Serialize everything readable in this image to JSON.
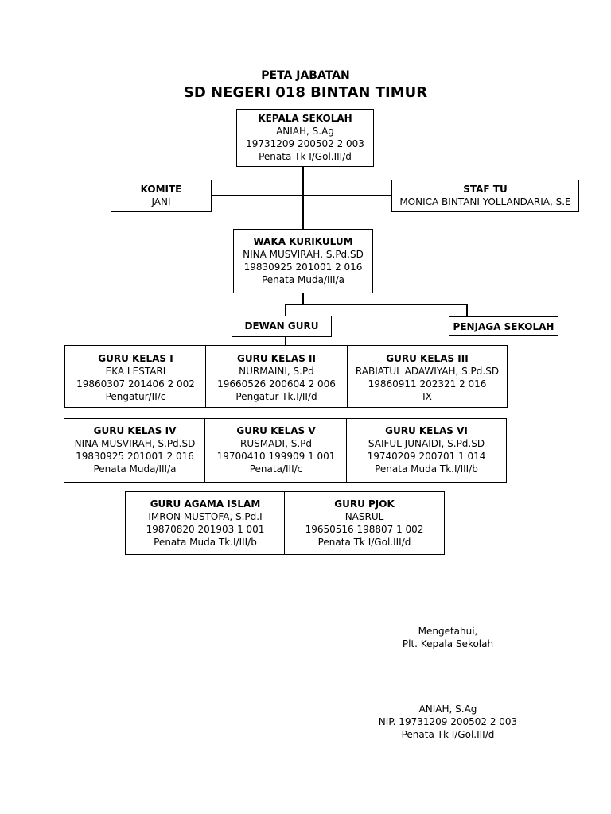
{
  "header": {
    "subtitle": "PETA JABATAN",
    "title": "SD NEGERI 018 BINTAN TIMUR"
  },
  "kepala": {
    "title": "KEPALA SEKOLAH",
    "name": "ANIAH, S.Ag",
    "nip": "19731209 200502 2 003",
    "rank": "Penata Tk I/Gol.III/d"
  },
  "komite": {
    "title": "KOMITE",
    "name": "JANI"
  },
  "staf_tu": {
    "title": "STAF TU",
    "name": "MONICA BINTANI YOLLANDARIA, S.E"
  },
  "waka": {
    "title": "WAKA KURIKULUM",
    "name": "NINA MUSVIRAH, S.Pd.SD",
    "nip": "19830925 201001 2 016",
    "rank": "Penata Muda/III/a"
  },
  "dewan_guru": {
    "title": "DEWAN GURU"
  },
  "penjaga": {
    "title": "PENJAGA SEKOLAH"
  },
  "guru": [
    {
      "title": "GURU KELAS I",
      "name": "EKA LESTARI",
      "nip": "19860307 201406 2 002",
      "rank": "Pengatur/II/c"
    },
    {
      "title": "GURU KELAS II",
      "name": "NURMAINI, S.Pd",
      "nip": "19660526 200604 2 006",
      "rank": "Pengatur Tk.I/II/d"
    },
    {
      "title": "GURU KELAS III",
      "name": "RABIATUL ADAWIYAH, S.Pd.SD",
      "nip": "19860911 202321 2 016",
      "rank": "IX"
    },
    {
      "title": "GURU KELAS IV",
      "name": "NINA MUSVIRAH, S.Pd.SD",
      "nip": "19830925 201001 2 016",
      "rank": "Penata Muda/III/a"
    },
    {
      "title": "GURU KELAS V",
      "name": "RUSMADI, S.Pd",
      "nip": "19700410 199909 1 001",
      "rank": "Penata/III/c"
    },
    {
      "title": "GURU KELAS VI",
      "name": "SAIFUL JUNAIDI, S.Pd.SD",
      "nip": "19740209 200701 1 014",
      "rank": "Penata Muda Tk.I/III/b"
    },
    {
      "title": "GURU AGAMA ISLAM",
      "name": "IMRON MUSTOFA, S.Pd.I",
      "nip": "19870820 201903 1 001",
      "rank": "Penata Muda Tk.I/III/b"
    },
    {
      "title": "GURU PJOK",
      "name": "NASRUL",
      "nip": "19650516 198807 1 002",
      "rank": "Penata Tk I/Gol.III/d"
    }
  ],
  "signature": {
    "line1": "Mengetahui,",
    "line2": "Plt. Kepala Sekolah",
    "name": "ANIAH, S.Ag",
    "nip": "NIP. 19731209 200502 2 003",
    "rank": "Penata Tk I/Gol.III/d"
  }
}
